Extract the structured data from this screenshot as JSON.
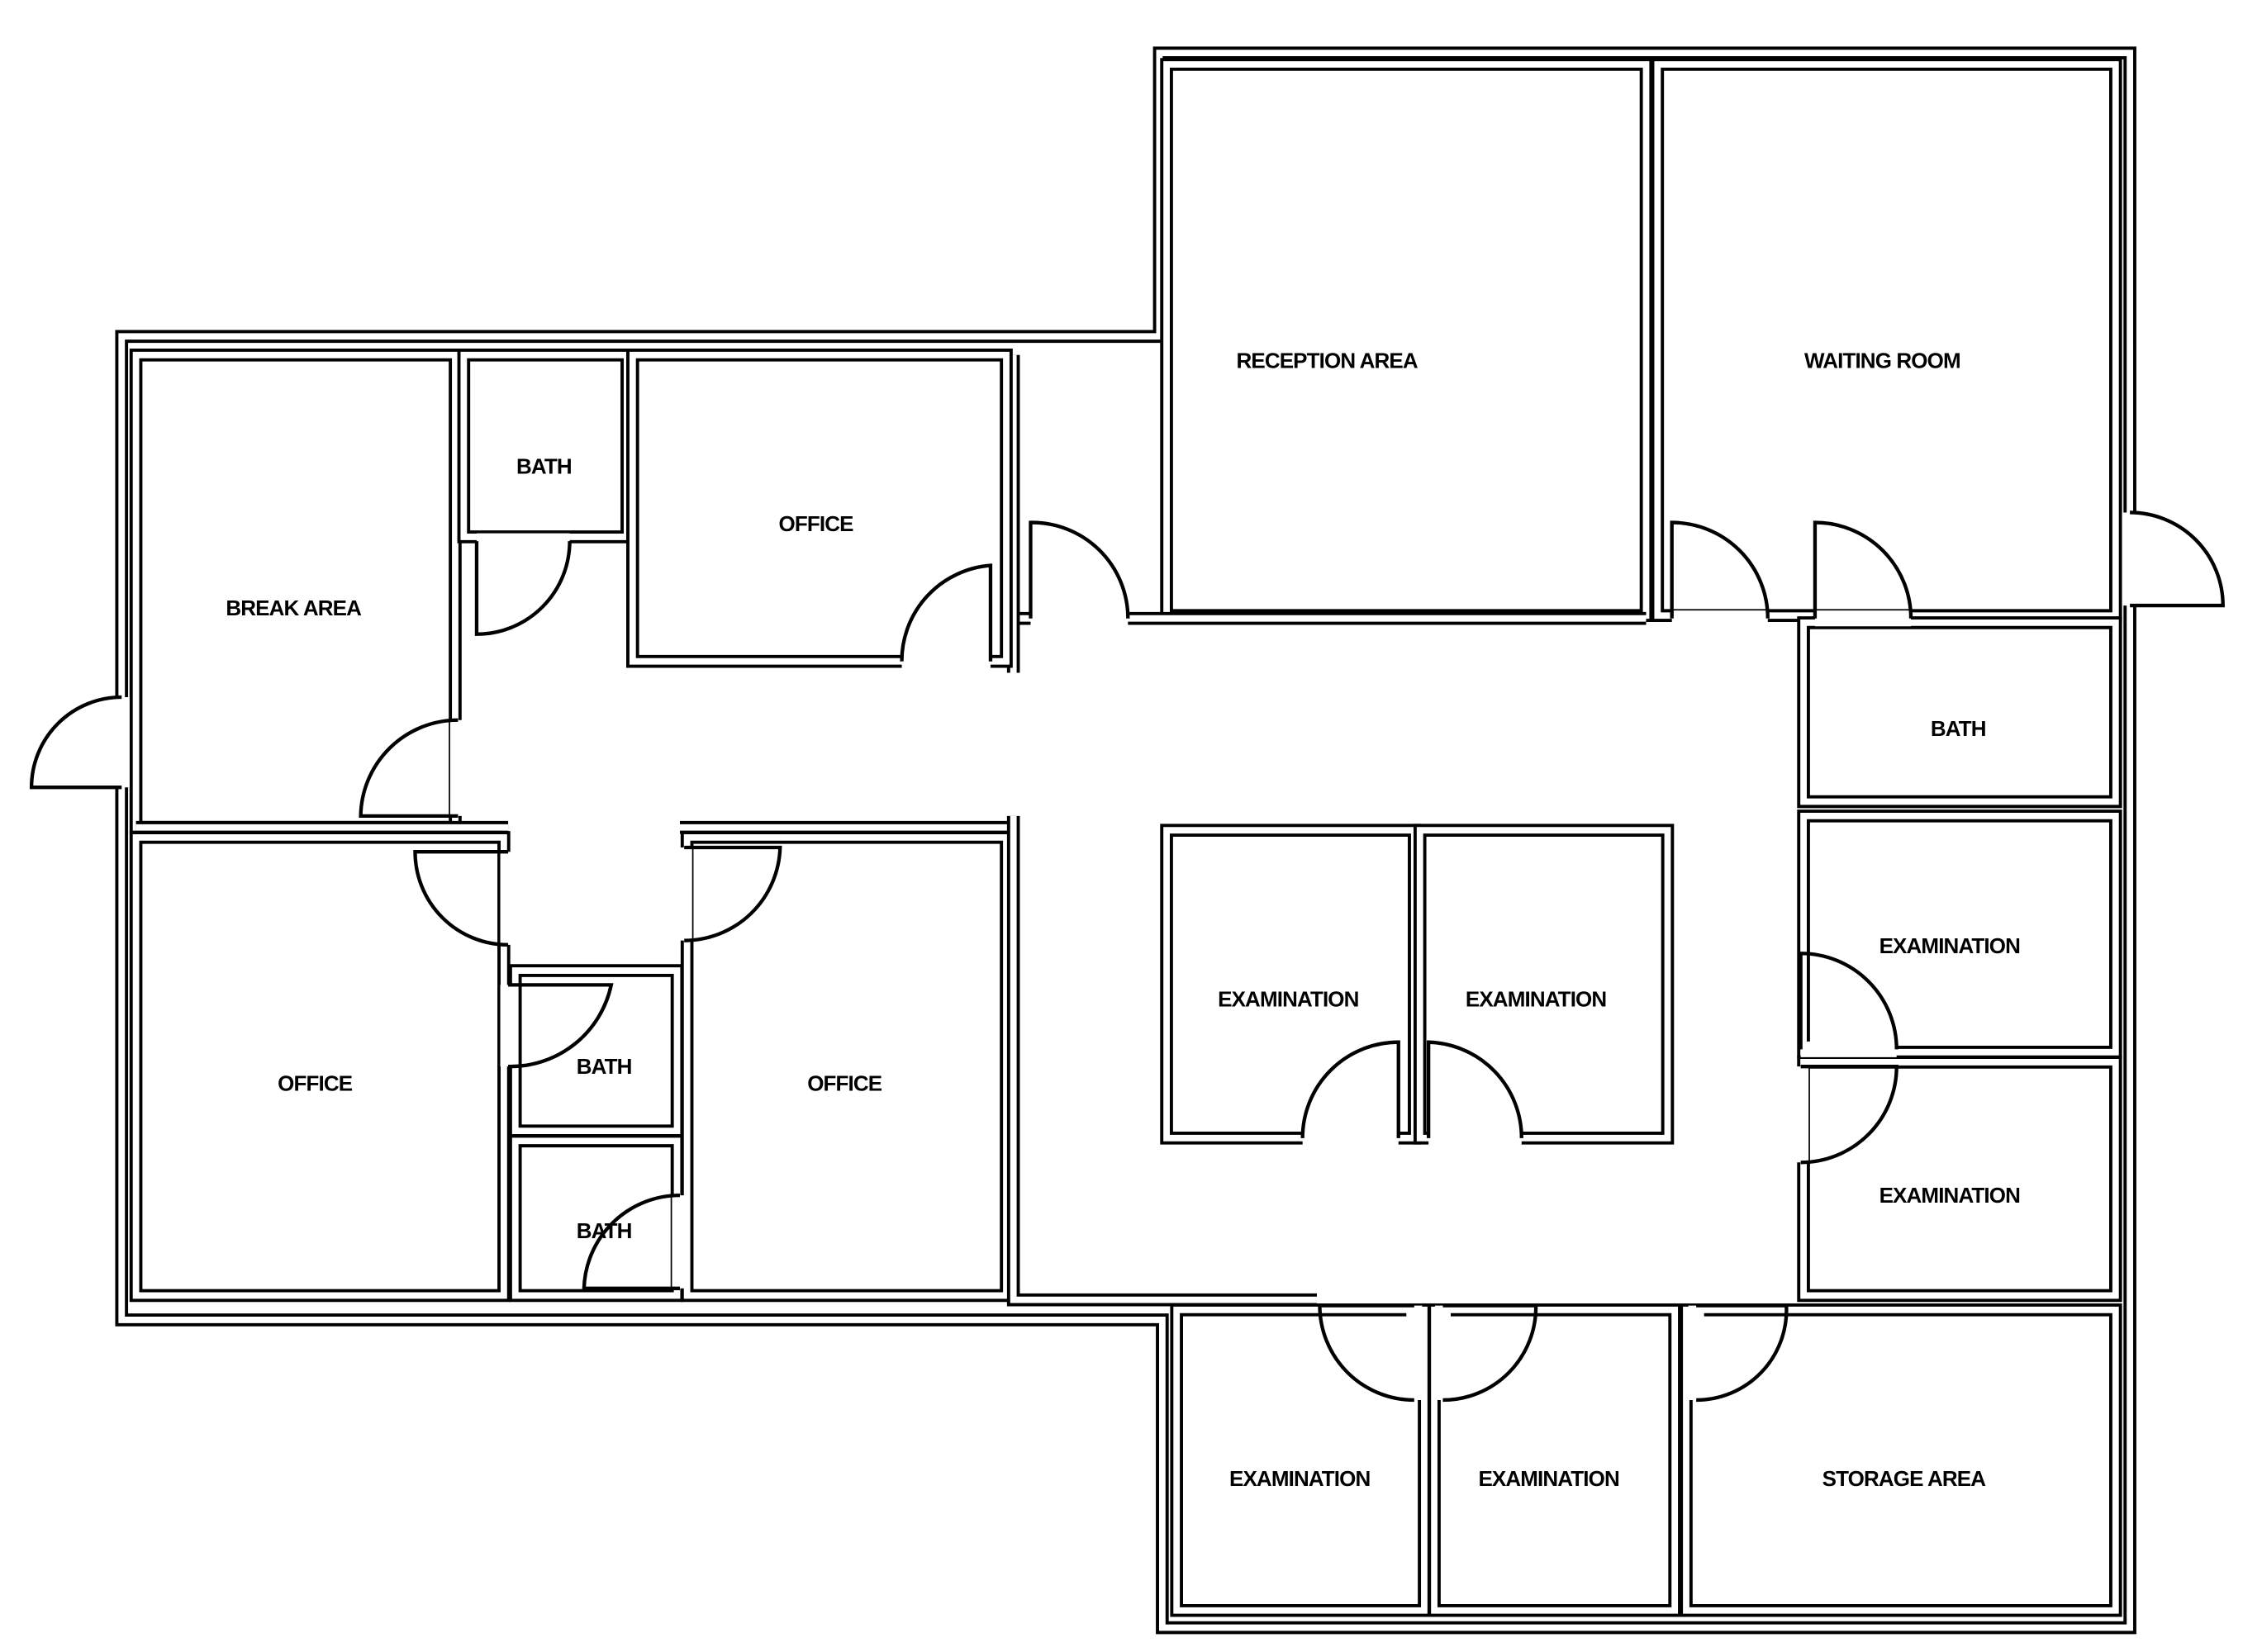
{
  "floor_plan": {
    "rooms": {
      "reception": "RECEPTION AREA",
      "waiting": "WAITING ROOM",
      "break_area": "BREAK AREA",
      "bath_top": "BATH",
      "office_top": "OFFICE",
      "bath_right": "BATH",
      "exam_right_upper": "EXAMINATION",
      "exam_right_lower": "EXAMINATION",
      "exam_center_left": "EXAMINATION",
      "exam_center_right": "EXAMINATION",
      "office_left": "OFFICE",
      "bath_mid_upper": "BATH",
      "bath_mid_lower": "BATH",
      "office_right": "OFFICE",
      "exam_bottom_left": "EXAMINATION",
      "exam_bottom_right": "EXAMINATION",
      "storage": "STORAGE AREA"
    }
  }
}
